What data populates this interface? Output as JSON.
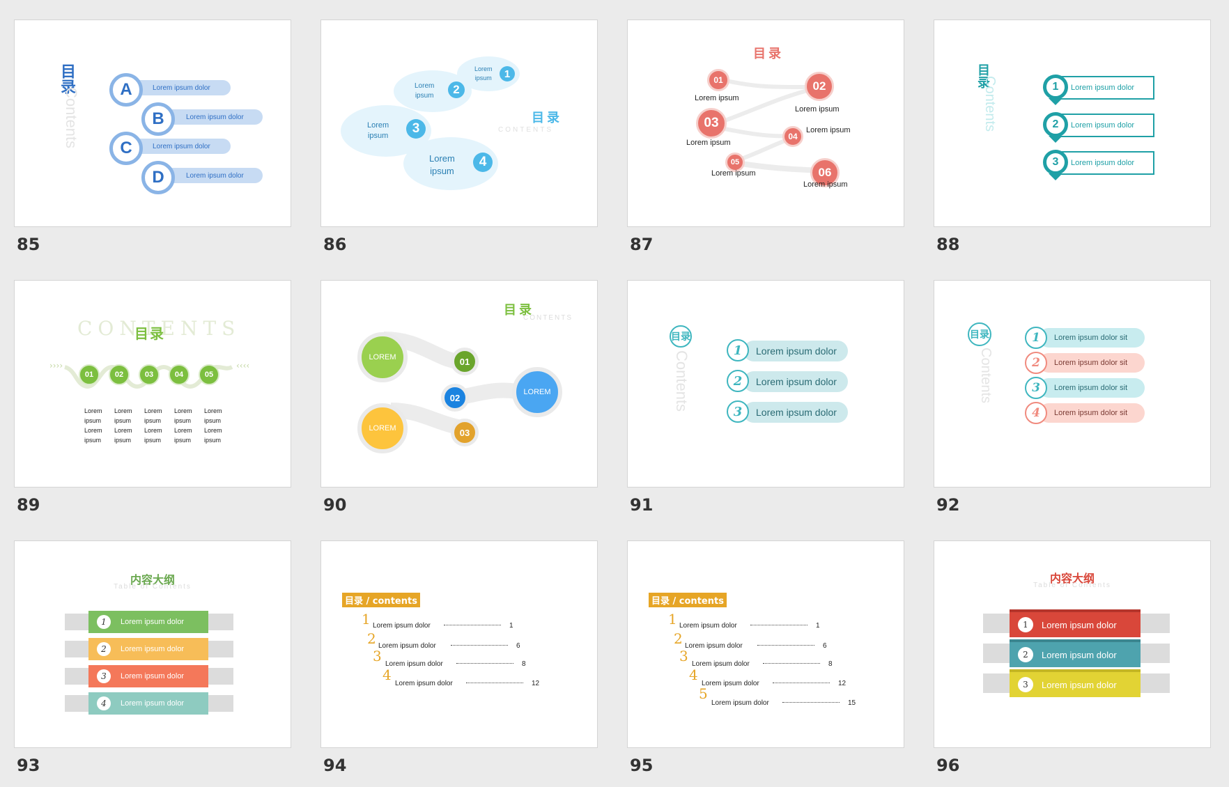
{
  "slides": [
    {
      "number": "85",
      "title": "目录",
      "subtitle": "Contents",
      "items": [
        {
          "letter": "A",
          "text": "Lorem ipsum dolor"
        },
        {
          "letter": "B",
          "text": "Lorem ipsum dolor"
        },
        {
          "letter": "C",
          "text": "Lorem ipsum dolor"
        },
        {
          "letter": "D",
          "text": "Lorem ipsum dolor"
        }
      ]
    },
    {
      "number": "86",
      "title": "目录",
      "subtitle": "CONTENTS",
      "items": [
        {
          "n": "1",
          "l1": "Lorem",
          "l2": "ipsum"
        },
        {
          "n": "2",
          "l1": "Lorem",
          "l2": "ipsum"
        },
        {
          "n": "3",
          "l1": "Lorem",
          "l2": "ipsum"
        },
        {
          "n": "4",
          "l1": "Lorem",
          "l2": "ipsum"
        }
      ]
    },
    {
      "number": "87",
      "title": "目录",
      "items": [
        {
          "n": "01",
          "text": "Lorem ipsum"
        },
        {
          "n": "02",
          "text": "Lorem ipsum"
        },
        {
          "n": "03",
          "text": "Lorem ipsum"
        },
        {
          "n": "04",
          "text": "Lorem ipsum"
        },
        {
          "n": "05",
          "text": "Lorem ipsum"
        },
        {
          "n": "06",
          "text": "Lorem ipsum"
        }
      ]
    },
    {
      "number": "88",
      "title": "目录",
      "subtitle": "Contents",
      "items": [
        {
          "n": "1",
          "text": "Lorem ipsum dolor"
        },
        {
          "n": "2",
          "text": "Lorem ipsum dolor"
        },
        {
          "n": "3",
          "text": "Lorem ipsum dolor"
        }
      ]
    },
    {
      "number": "89",
      "title": "目录",
      "subtitle": "CONTENTS",
      "items": [
        {
          "n": "01",
          "lines": [
            "Lorem",
            "ipsum",
            "Lorem",
            "ipsum"
          ]
        },
        {
          "n": "02",
          "lines": [
            "Lorem",
            "ipsum",
            "Lorem",
            "ipsum"
          ]
        },
        {
          "n": "03",
          "lines": [
            "Lorem",
            "ipsum",
            "Lorem",
            "ipsum"
          ]
        },
        {
          "n": "04",
          "lines": [
            "Lorem",
            "ipsum",
            "Lorem",
            "ipsum"
          ]
        },
        {
          "n": "05",
          "lines": [
            "Lorem",
            "ipsum",
            "Lorem",
            "ipsum"
          ]
        }
      ]
    },
    {
      "number": "90",
      "title": "目录",
      "subtitle": "CONTENTS",
      "items": [
        {
          "big": "LOREM",
          "small": "01"
        },
        {
          "big": "LOREM",
          "small": "02"
        },
        {
          "big": "LOREM",
          "small": "03"
        }
      ]
    },
    {
      "number": "91",
      "title": "目录",
      "subtitle": "Contents",
      "items": [
        {
          "n": "1",
          "text": "Lorem ipsum dolor"
        },
        {
          "n": "2",
          "text": "Lorem ipsum dolor"
        },
        {
          "n": "3",
          "text": "Lorem ipsum dolor"
        }
      ]
    },
    {
      "number": "92",
      "title": "目录",
      "subtitle": "Contents",
      "items": [
        {
          "n": "1",
          "text": "Lorem ipsum dolor sit"
        },
        {
          "n": "2",
          "text": "Lorem ipsum dolor sit"
        },
        {
          "n": "3",
          "text": "Lorem ipsum dolor sit"
        },
        {
          "n": "4",
          "text": "Lorem ipsum dolor sit"
        }
      ]
    },
    {
      "number": "93",
      "title": "内容大纲",
      "subtitle": "Table of Contents",
      "items": [
        {
          "n": "1",
          "text": "Lorem ipsum dolor"
        },
        {
          "n": "2",
          "text": "Lorem ipsum dolor"
        },
        {
          "n": "3",
          "text": "Lorem ipsum dolor"
        },
        {
          "n": "4",
          "text": "Lorem ipsum dolor"
        }
      ]
    },
    {
      "number": "94",
      "title": "目录 / contents",
      "items": [
        {
          "n": "1",
          "text": "Lorem ipsum dolor",
          "page": "1"
        },
        {
          "n": "2",
          "text": "Lorem ipsum dolor",
          "page": "6"
        },
        {
          "n": "3",
          "text": "Lorem ipsum dolor",
          "page": "8"
        },
        {
          "n": "4",
          "text": "Lorem ipsum dolor",
          "page": "12"
        }
      ]
    },
    {
      "number": "95",
      "title": "目录 / contents",
      "items": [
        {
          "n": "1",
          "text": "Lorem ipsum dolor",
          "page": "1"
        },
        {
          "n": "2",
          "text": "Lorem ipsum dolor",
          "page": "6"
        },
        {
          "n": "3",
          "text": "Lorem ipsum dolor",
          "page": "8"
        },
        {
          "n": "4",
          "text": "Lorem ipsum dolor",
          "page": "12"
        },
        {
          "n": "5",
          "text": "Lorem ipsum dolor",
          "page": "15"
        }
      ]
    },
    {
      "number": "96",
      "title": "内容大纲",
      "subtitle": "Table of Contents",
      "items": [
        {
          "n": "1",
          "text": "Lorem ipsum dolor"
        },
        {
          "n": "2",
          "text": "Lorem ipsum dolor"
        },
        {
          "n": "3",
          "text": "Lorem ipsum dolor"
        }
      ]
    }
  ],
  "colors": {
    "background": "#ebebeb",
    "blue85": "#2f6fc4",
    "sky86": "#4cb8e8",
    "coral87": "#e8736b",
    "teal88": "#1fa0a6",
    "green89": "#7cbf3f",
    "teal91": "#3eb6bf",
    "pink92": "#f08a7e",
    "orange94": "#e6a526",
    "red96": "#d9473a"
  }
}
